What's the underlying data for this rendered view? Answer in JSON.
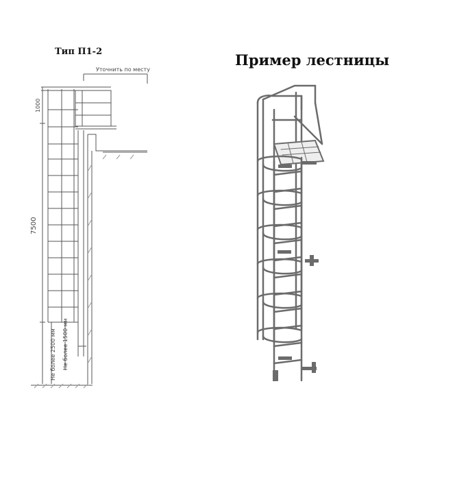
{
  "left_drawing": {
    "title": "Тип П1-2",
    "note_label": "Уточнить по месту",
    "dim_top": "1000",
    "dim_height": "7500",
    "dim_bottom_1": "Не более 2500 мм",
    "dim_bottom_2": "Не более 1500 мм"
  },
  "right_drawing": {
    "title": "Пример лестницы"
  },
  "colors": {
    "line": "#555555",
    "metal": "#6b6b6b",
    "background": "#ffffff"
  }
}
